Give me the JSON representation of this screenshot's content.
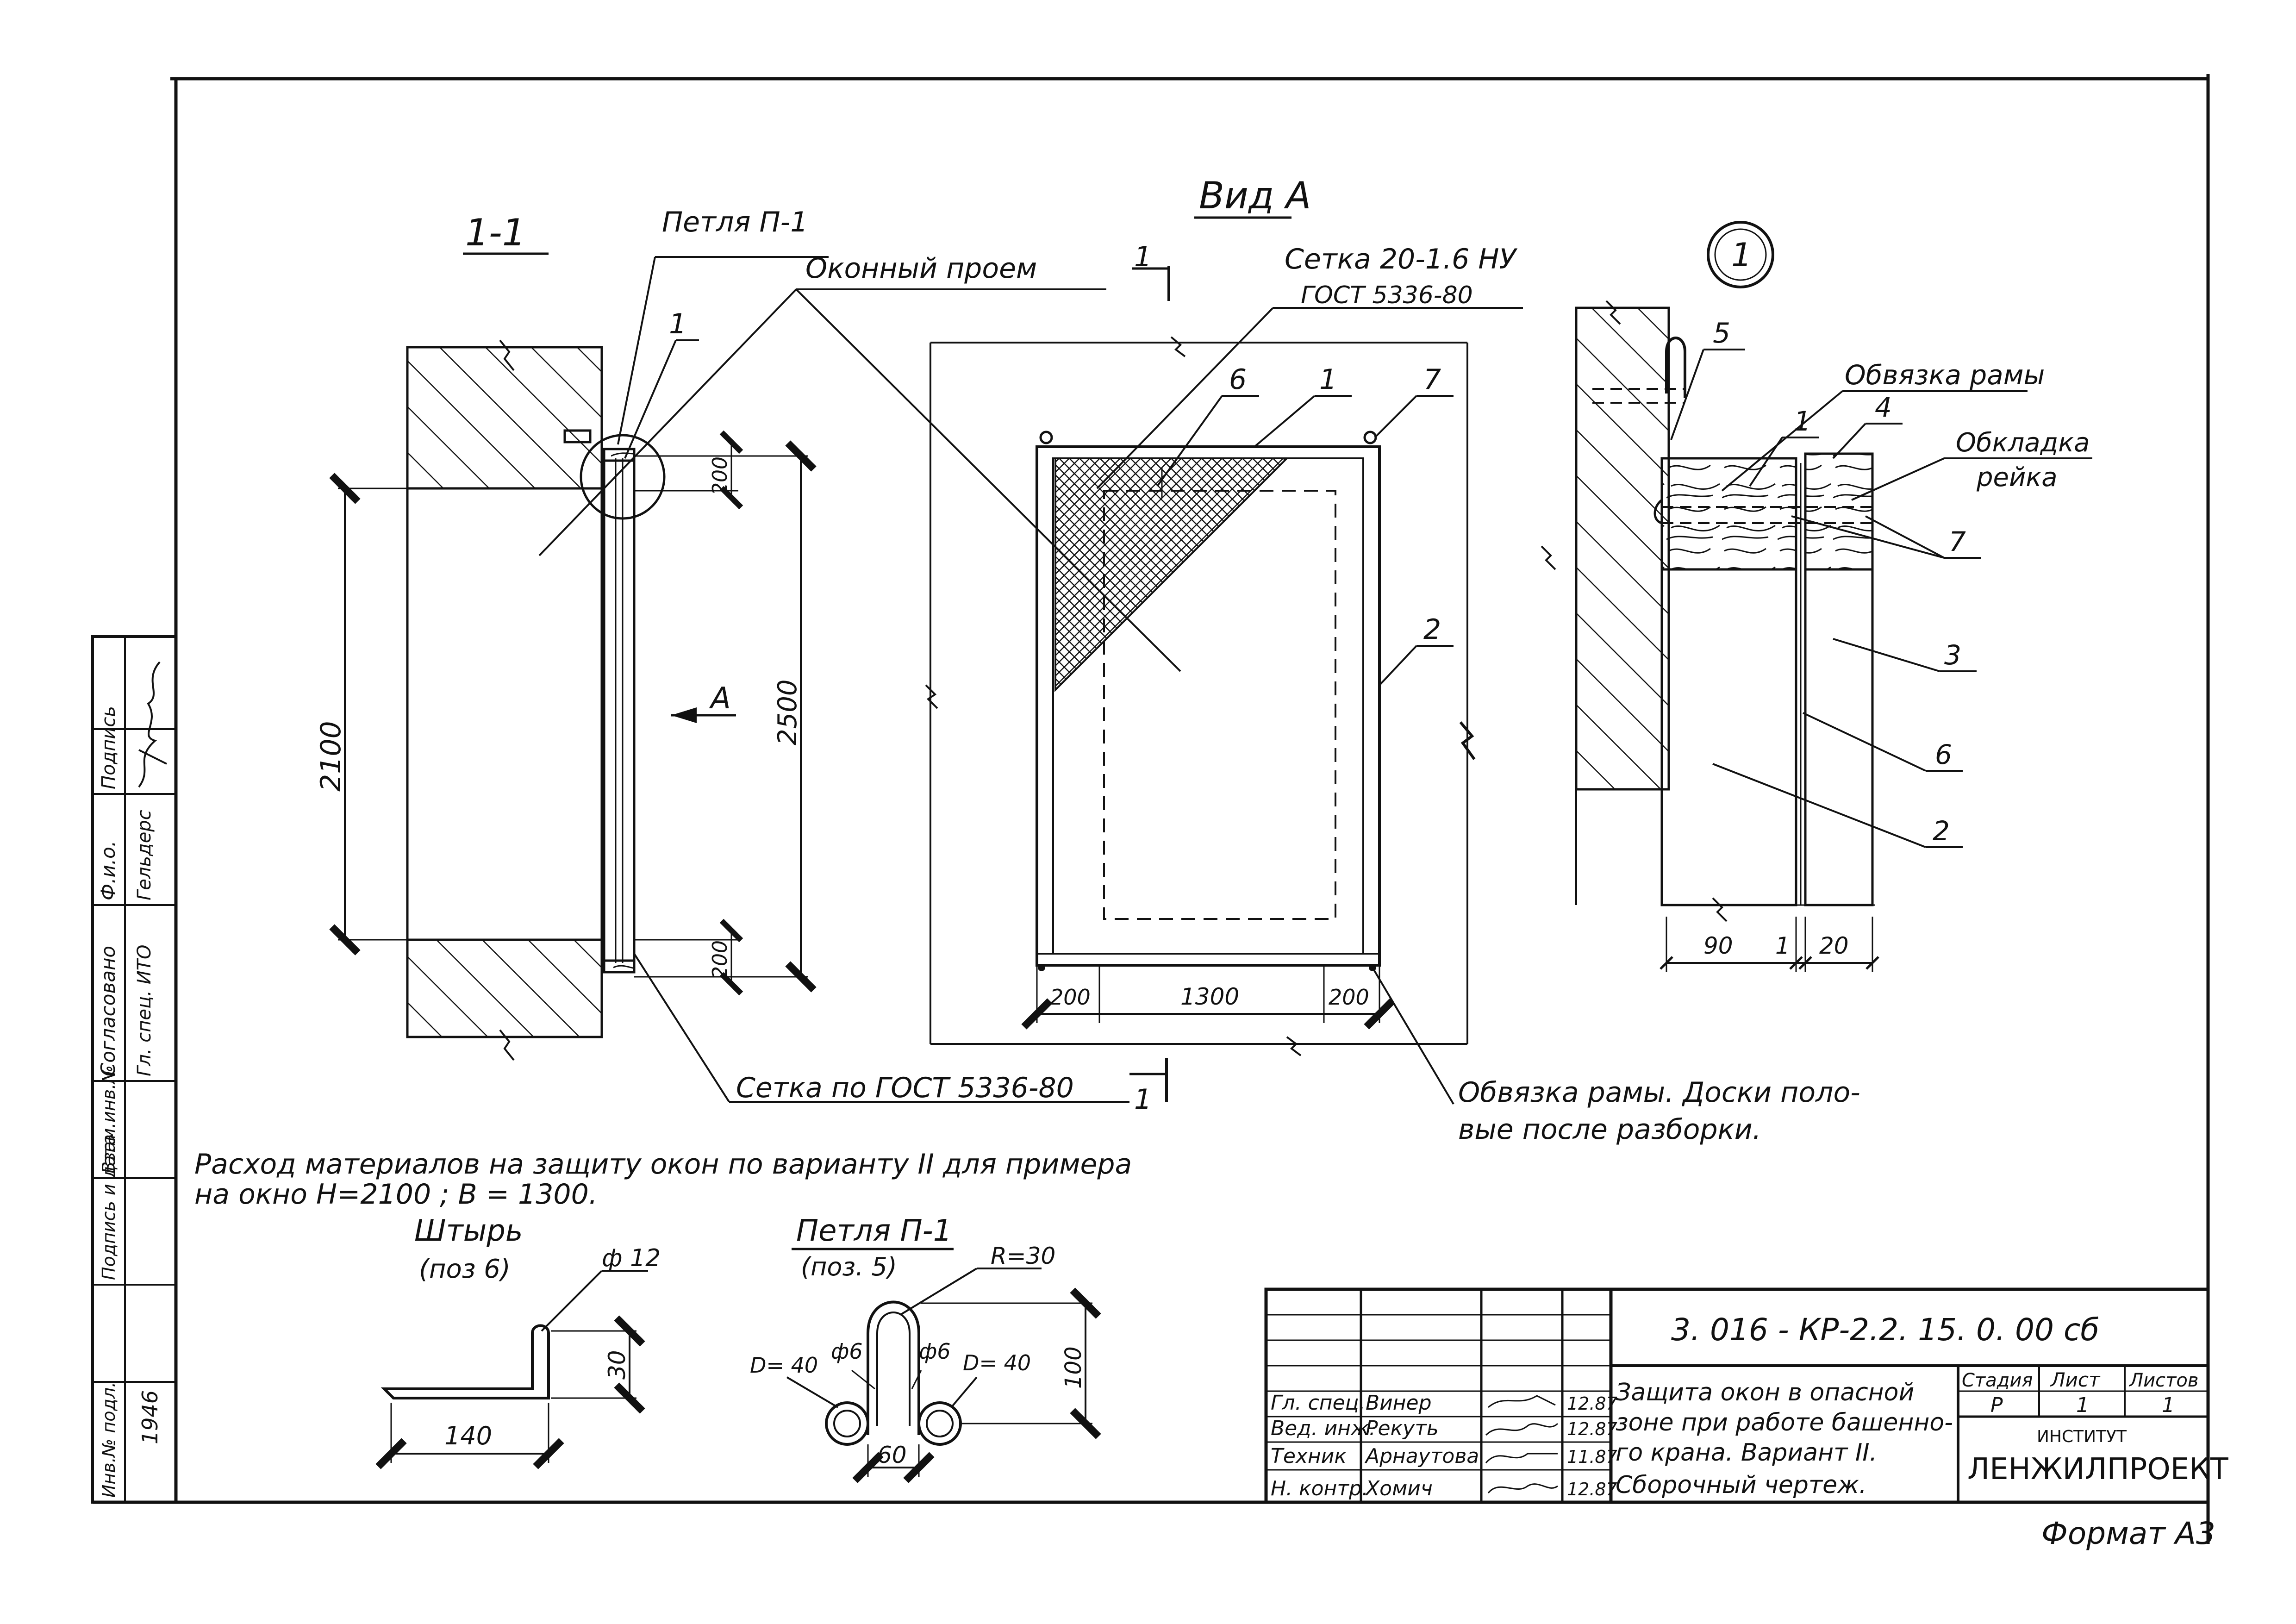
{
  "views": {
    "section_title": "1-1",
    "view_a_title": "Вид А",
    "detail_number": "1"
  },
  "labels": {
    "loop_p1": "Петля П-1",
    "window_opening": "Оконный проем",
    "section_mark": "1",
    "mesh_top_line1": "Сетка 20-1.6 НУ",
    "mesh_top_line2": "ГОСТ 5336-80",
    "mesh_bottom": "Сетка по ГОСТ 5336-80",
    "frame_strap_line1": "Обвязка рамы. Доски поло-",
    "frame_strap_line2": "вые после разборки.",
    "detail_strap": "Обвязка рамы",
    "detail_lining_line1": "Обкладка",
    "detail_lining_line2": "рейка",
    "view_arrow": "А"
  },
  "positions": {
    "p1": "1",
    "p2": "2",
    "p3": "3",
    "p4": "4",
    "p5": "5",
    "p6": "6",
    "p7": "7"
  },
  "dimensions": {
    "h2100": "2100",
    "h2500": "2500",
    "d200": "200",
    "d1300": "1300",
    "d90": "90",
    "d1": "1",
    "d20": "20",
    "d140": "140",
    "d30": "30",
    "phi12": "ф 12",
    "r30": "R=30",
    "phi6": "ф6",
    "d40": "D= 40",
    "d60": "60",
    "d100": "100"
  },
  "note": {
    "line1": "Расход материалов на защиту окон по варианту II для примера",
    "line2": "на окно  H=2100 ;  B = 1300."
  },
  "details": {
    "pin_title": "Штырь",
    "pin_pos": "(поз 6)",
    "loop_title": "Петля П-1",
    "loop_pos": "(поз. 5)"
  },
  "side_stamp": {
    "agreed": "Согласовано",
    "fio": "Ф.и.о.",
    "signature": "Подпись",
    "gl_spec": "Гл. спец. ИТО",
    "name": "Гельдерс",
    "vzam": "Взам.инв.№",
    "sign_date": "Подпись и дата",
    "inv_podl": "Инв.№ подл.",
    "inv_number": "1946"
  },
  "title_block": {
    "doc_code": "3. 016 - КР-2.2. 15. 0. 00 сб",
    "rows": [
      {
        "role": "Гл. спец.",
        "name": "Винер",
        "date": "12.87"
      },
      {
        "role": "Вед. инж.",
        "name": "Рекуть",
        "date": "12.87"
      },
      {
        "role": "Техник",
        "name": "Арнаутова",
        "date": "11.87"
      },
      {
        "role": "Н. контр.",
        "name": "Хомич",
        "date": "12.87"
      }
    ],
    "title_lines": [
      "Защита окон в опасной",
      "зоне при работе башенно-",
      "го крана. Вариант II.",
      "Сборочный чертеж."
    ],
    "stage_header": "Стадия",
    "sheet_header": "Лист",
    "sheets_header": "Листов",
    "stage": "Р",
    "sheet": "1",
    "sheets": "1",
    "institute_label": "ИНСТИТУТ",
    "institute": "ЛЕНЖИЛПРОЕКТ",
    "format": "Формат А3"
  }
}
